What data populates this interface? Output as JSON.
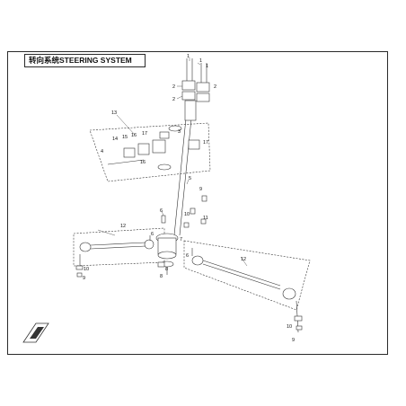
{
  "title": "转向系统STEERING SYSTEM",
  "callouts": [
    {
      "id": "c1a",
      "text": "1"
    },
    {
      "id": "c1b",
      "text": "1"
    },
    {
      "id": "c1c",
      "text": "1"
    },
    {
      "id": "c2a",
      "text": "2"
    },
    {
      "id": "c2b",
      "text": "2"
    },
    {
      "id": "c2c",
      "text": "2"
    },
    {
      "id": "c3",
      "text": "3"
    },
    {
      "id": "c4",
      "text": "4"
    },
    {
      "id": "c5",
      "text": "5"
    },
    {
      "id": "c6a",
      "text": "6"
    },
    {
      "id": "c6b",
      "text": "6"
    },
    {
      "id": "c6c",
      "text": "6"
    },
    {
      "id": "c7",
      "text": "7"
    },
    {
      "id": "c8a",
      "text": "8"
    },
    {
      "id": "c8b",
      "text": "8"
    },
    {
      "id": "c9a",
      "text": "9"
    },
    {
      "id": "c9b",
      "text": "9"
    },
    {
      "id": "c9c",
      "text": "9"
    },
    {
      "id": "c10a",
      "text": "10"
    },
    {
      "id": "c10b",
      "text": "10"
    },
    {
      "id": "c10c",
      "text": "10"
    },
    {
      "id": "c11",
      "text": "11"
    },
    {
      "id": "c12a",
      "text": "12"
    },
    {
      "id": "c12b",
      "text": "12"
    },
    {
      "id": "c13",
      "text": "13"
    },
    {
      "id": "c14",
      "text": "14"
    },
    {
      "id": "c15",
      "text": "15"
    },
    {
      "id": "c16a",
      "text": "16"
    },
    {
      "id": "c16b",
      "text": "16"
    },
    {
      "id": "c17a",
      "text": "17"
    },
    {
      "id": "c17b",
      "text": "17"
    }
  ]
}
